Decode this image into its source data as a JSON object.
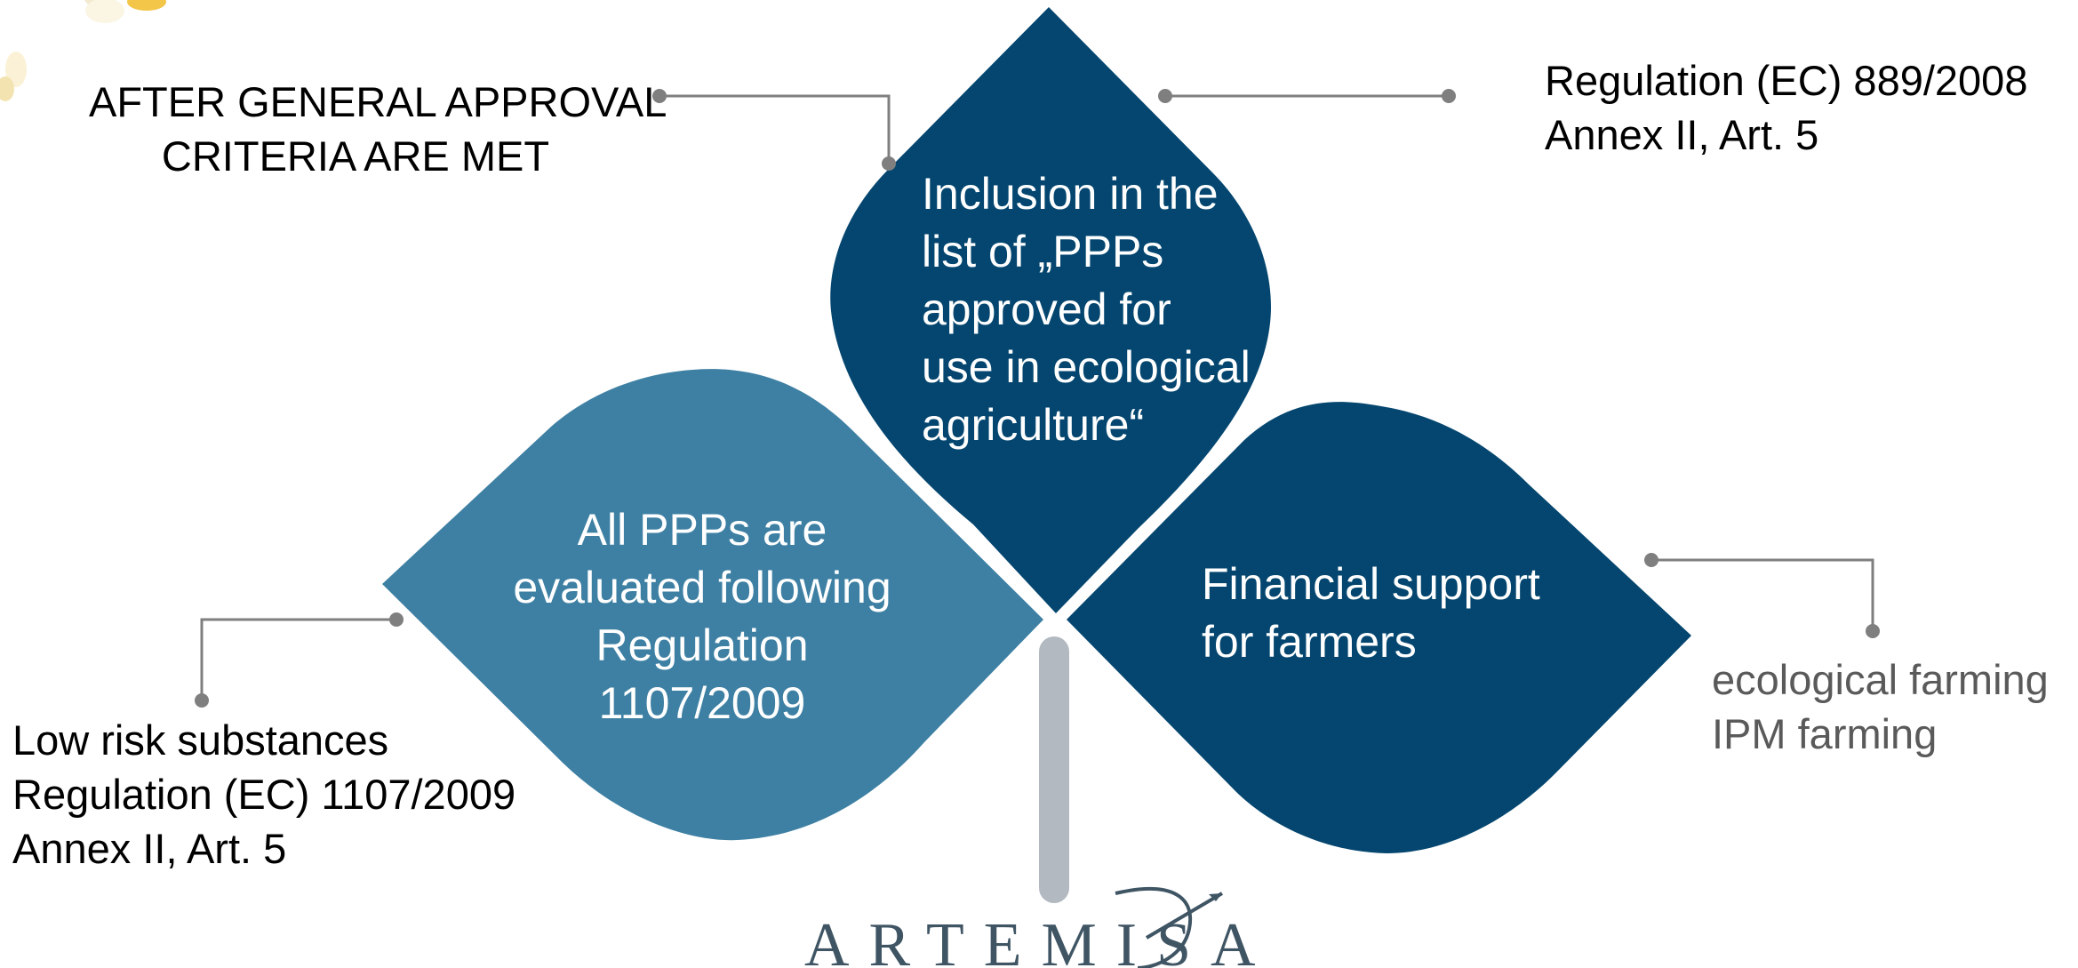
{
  "labels": {
    "top_left": [
      "AFTER GENERAL APPROVAL",
      "CRITERIA ARE MET"
    ],
    "top_right": [
      "Regulation (EC) 889/2008",
      "Annex II, Art. 5"
    ],
    "bottom_left": [
      "Low risk substances",
      "Regulation (EC) 1107/2009",
      "Annex II, Art. 5"
    ],
    "bottom_right": [
      "ecological farming",
      "IPM farming"
    ]
  },
  "petals": {
    "top": [
      "Inclusion in the",
      "list of „PPPs",
      "approved for",
      "use in ecological",
      "agriculture“"
    ],
    "left": [
      "All PPPs are",
      "evaluated following",
      "Regulation",
      "1107/2009"
    ],
    "right": [
      "Financial support",
      "for farmers"
    ]
  },
  "logo": {
    "text": "ARTEMISA"
  },
  "colors": {
    "petal_dark": "#04466f",
    "petal_light": "#3e80a3",
    "stem": "#b3b9c1",
    "connector": "#7f7f7f",
    "logo": "#3f5564",
    "flower_accent": "#f3c64a"
  }
}
